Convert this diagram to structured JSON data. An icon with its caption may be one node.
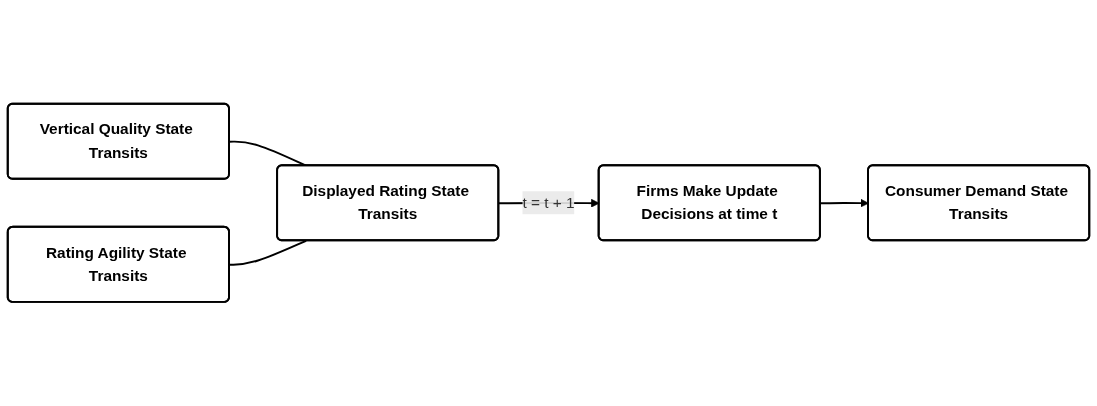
{
  "diagram": {
    "nodes": [
      {
        "text": [
          "Firms Make Update Decisions at time t"
        ]
      },
      {
        "text": [
          "Consumer Demand State Transits"
        ]
      },
      {
        "text": [
          "Vertical Quality State Transits"
        ]
      },
      {
        "text": [
          "Rating Agility State Transits"
        ]
      },
      {
        "text": [
          "Displayed Rating State Transits"
        ]
      }
    ],
    "edges": [
      {
        "from": 0,
        "to": 1,
        "arrow": "to"
      },
      {
        "from": 2,
        "to": 4,
        "arrow": "none"
      },
      {
        "from": 3,
        "to": 4,
        "arrow": "none"
      },
      {
        "from": 4,
        "to": 0,
        "arrow": "to",
        "label": "t = t + 1"
      }
    ]
  }
}
